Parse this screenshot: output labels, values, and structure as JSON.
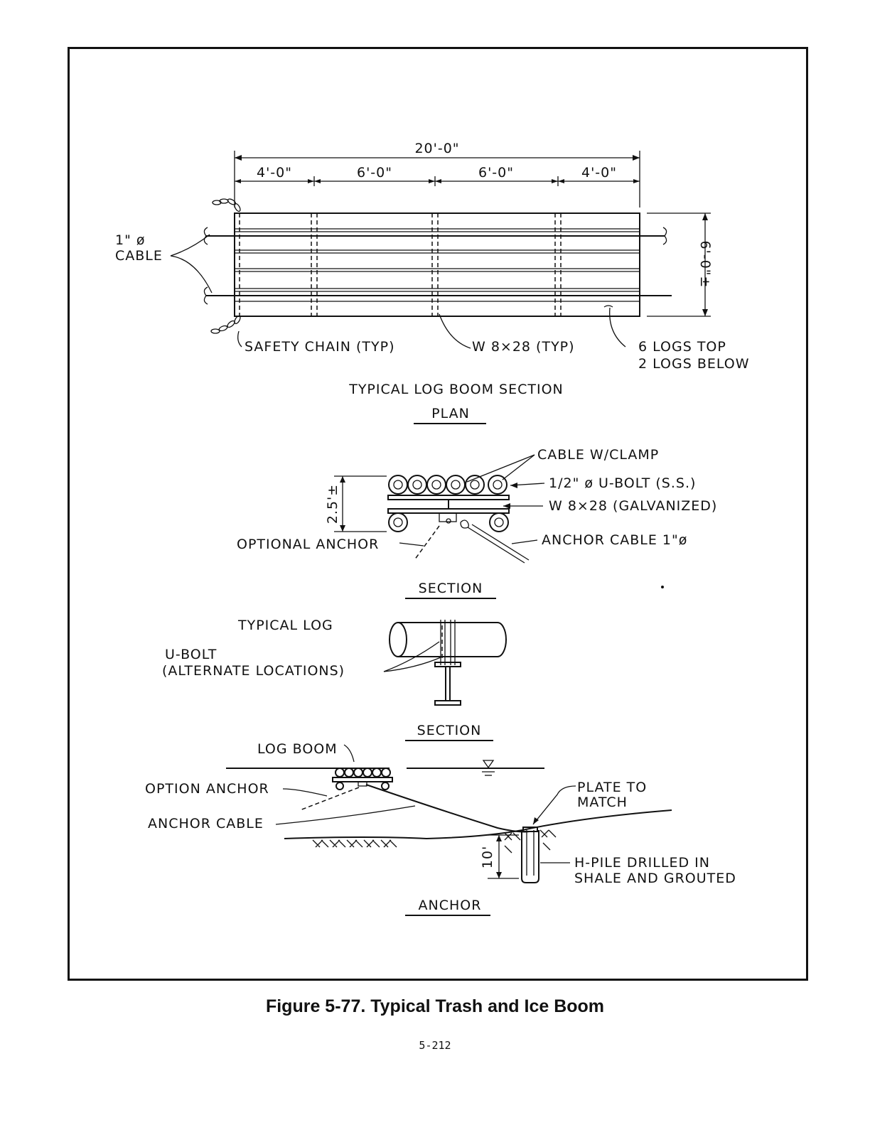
{
  "plan": {
    "dim_total": "20'-0\"",
    "dim_segments": [
      "4'-0\"",
      "6'-0\"",
      "6'-0\"",
      "4'-0\""
    ],
    "dim_width": "6'-0\"±",
    "cable_label_1": "1\" ø",
    "cable_label_2": "CABLE",
    "safety_chain": "SAFETY CHAIN (TYP)",
    "beam": "W 8×28 (TYP)",
    "logs_1": "6 LOGS TOP",
    "logs_2": "2 LOGS BELOW",
    "subtitle": "TYPICAL LOG BOOM SECTION",
    "title": "PLAN"
  },
  "section1": {
    "cable_clamp": "CABLE W/CLAMP",
    "ubolt": "1/2\" ø U-BOLT (S.S.)",
    "beam": "W 8×28 (GALVANIZED)",
    "height": "2.5'±",
    "optional_anchor": "OPTIONAL ANCHOR",
    "anchor_cable": "ANCHOR CABLE 1\"ø",
    "title": "SECTION"
  },
  "section2": {
    "typical_log": "TYPICAL LOG",
    "ubolt_1": "U-BOLT",
    "ubolt_2": "(ALTERNATE LOCATIONS)",
    "title": "SECTION"
  },
  "anchor": {
    "log_boom": "LOG BOOM",
    "option_anchor": "OPTION ANCHOR",
    "anchor_cable": "ANCHOR CABLE",
    "plate_1": "PLATE TO",
    "plate_2": "MATCH",
    "depth": "10'",
    "hpile_1": "H-PILE DRILLED IN",
    "hpile_2": "SHALE AND GROUTED",
    "title": "ANCHOR"
  },
  "caption": "Figure 5-77.   Typical Trash and Ice Boom",
  "page_number": "5-212"
}
